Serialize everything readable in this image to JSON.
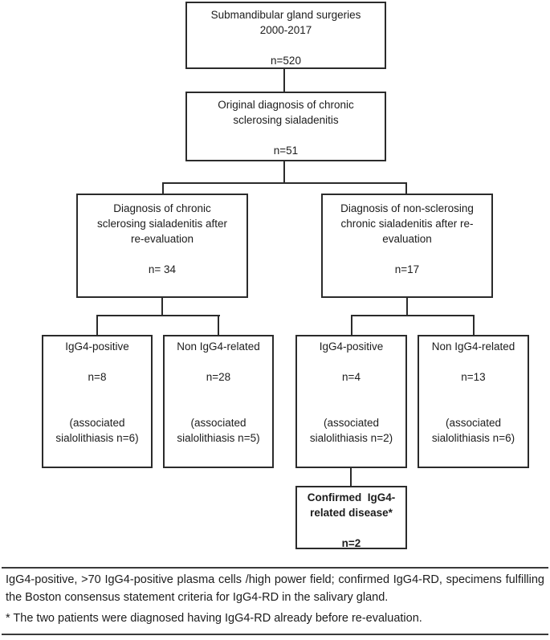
{
  "figure": {
    "background": "#ffffff",
    "border_color": "#2b2b2b",
    "text_color": "#1c1c1c",
    "nodes": {
      "surgeries": {
        "lines": [
          "Submandibular gland surgeries",
          "2000-2017",
          "",
          "n=520"
        ]
      },
      "original_diagnosis": {
        "lines": [
          "Original diagnosis of chronic",
          "sclerosing sialadenitis",
          "",
          "n=51"
        ]
      },
      "sclerosing_after_reevaluation": {
        "lines": [
          "Diagnosis of chronic",
          "sclerosing sialadenitis after",
          "re-evaluation",
          "",
          "n= 34"
        ]
      },
      "nonsclerosing_after_reevaluation": {
        "lines": [
          "Diagnosis of non-sclerosing",
          "chronic sialadenitis after re-",
          "evaluation",
          "",
          "n=17"
        ]
      },
      "igg4_positive_left": {
        "lines": [
          "IgG4-positive",
          "",
          "n=8",
          "",
          "",
          "(associated",
          "sialolithiasis n=6)"
        ]
      },
      "non_igg4_left": {
        "lines": [
          "Non IgG4-related",
          "",
          "n=28",
          "",
          "",
          "(associated",
          "sialolithiasis n=5)"
        ]
      },
      "igg4_positive_right": {
        "lines": [
          "IgG4-positive",
          "",
          "n=4",
          "",
          "",
          "(associated",
          "sialolithiasis n=2)"
        ]
      },
      "non_igg4_right": {
        "lines": [
          "Non IgG4-related",
          "",
          "n=13",
          "",
          "",
          "(associated",
          "sialolithiasis n=6)"
        ]
      },
      "confirmed_igg4_rd": {
        "lines": [
          "Confirmed  IgG4-",
          "related disease*",
          "",
          "n=2"
        ]
      }
    },
    "notes": {
      "definition": "IgG4-positive, >70 IgG4-positive plasma cells /high power field; confirmed IgG4-RD, specimens fulfilling the Boston consensus statement criteria for IgG4-RD in the salivary gland.",
      "footnote": "* The two patients were diagnosed having IgG4-RD already before re-evaluation."
    }
  }
}
